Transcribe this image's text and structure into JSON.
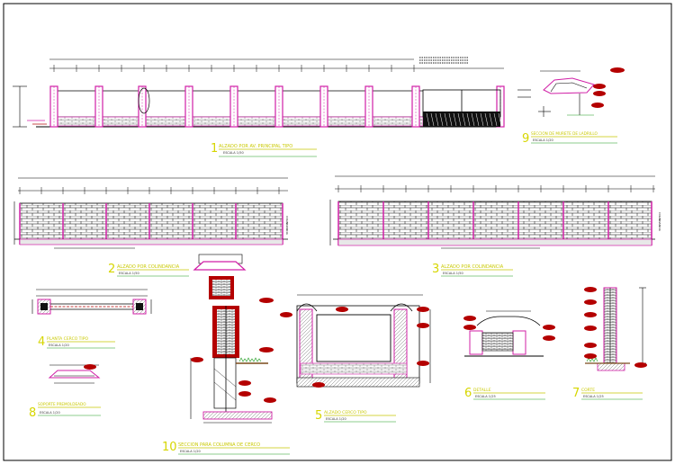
{
  "sheet": {
    "border_color": "#000000"
  },
  "colors": {
    "wall": "#000000",
    "column": "#d01fa6",
    "dim": "#1c9a1c",
    "label_title": "#c9c900",
    "label_number": "#d6d600",
    "tag": "#b40000",
    "hatch": "#7a7a7a",
    "ground": "#7a4a1a"
  },
  "views": {
    "v1": {
      "num": "1",
      "title": "ALZADO POR AV. PRINCIPAL TIPO",
      "sub": "ESCALA 1/50"
    },
    "v2": {
      "num": "2",
      "title": "ALZADO POR COLINDANCIA",
      "sub": "ESCALA 1/50"
    },
    "v3": {
      "num": "3",
      "title": "ALZADO POR COLINDANCIA",
      "sub": "ESCALA 1/50"
    },
    "v4": {
      "num": "4",
      "title": "PLANTA CERCO TIPO",
      "sub": "ESCALA 1/20"
    },
    "v5": {
      "num": "5",
      "title": "ALZADO CERCO TIPO",
      "sub": "ESCALA 1/20"
    },
    "v6": {
      "num": "6",
      "title": "DETALLE",
      "sub": "ESCALA 1/25"
    },
    "v7": {
      "num": "7",
      "title": "CORTE",
      "sub": "ESCALA 1/25"
    },
    "v8": {
      "num": "8",
      "title": "SOPORTE PREMOLDEADO",
      "sub": "ESCALA 1/20"
    },
    "v9": {
      "num": "9",
      "title": "SECCION DE MURETE DE LADRILLO",
      "sub": "ESCALA 1/20"
    },
    "v10": {
      "num": "10",
      "title": "SECCION PARA COLUMNA DE CERCO",
      "sub": "ESCALA 1/20"
    }
  }
}
